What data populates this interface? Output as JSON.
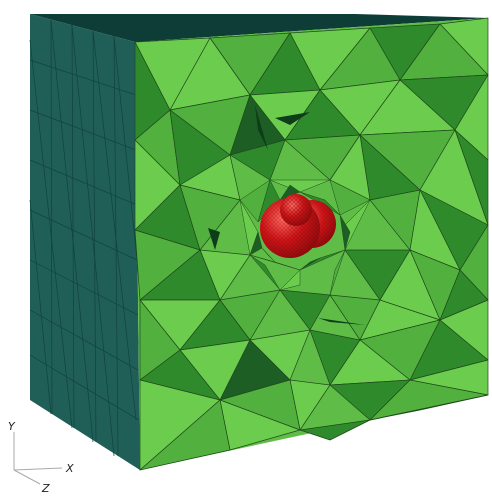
{
  "scene": {
    "colors": {
      "background": "#ffffff",
      "side_face": "#1f5f58",
      "top_face": "#0e3d37",
      "front_light": "#6ccc4e",
      "front_mid": "#52b03e",
      "front_dark": "#2f8a2c",
      "front_deep": "#1d5e24",
      "mesh_edge": "#1f4a1a",
      "sphere": "#d11418",
      "sphere_shade": "#8c0a0c",
      "sphere_highlight": "#ff5a55"
    }
  },
  "axes": {
    "y_label": "Y",
    "x_label": "X",
    "z_label": "Z"
  }
}
